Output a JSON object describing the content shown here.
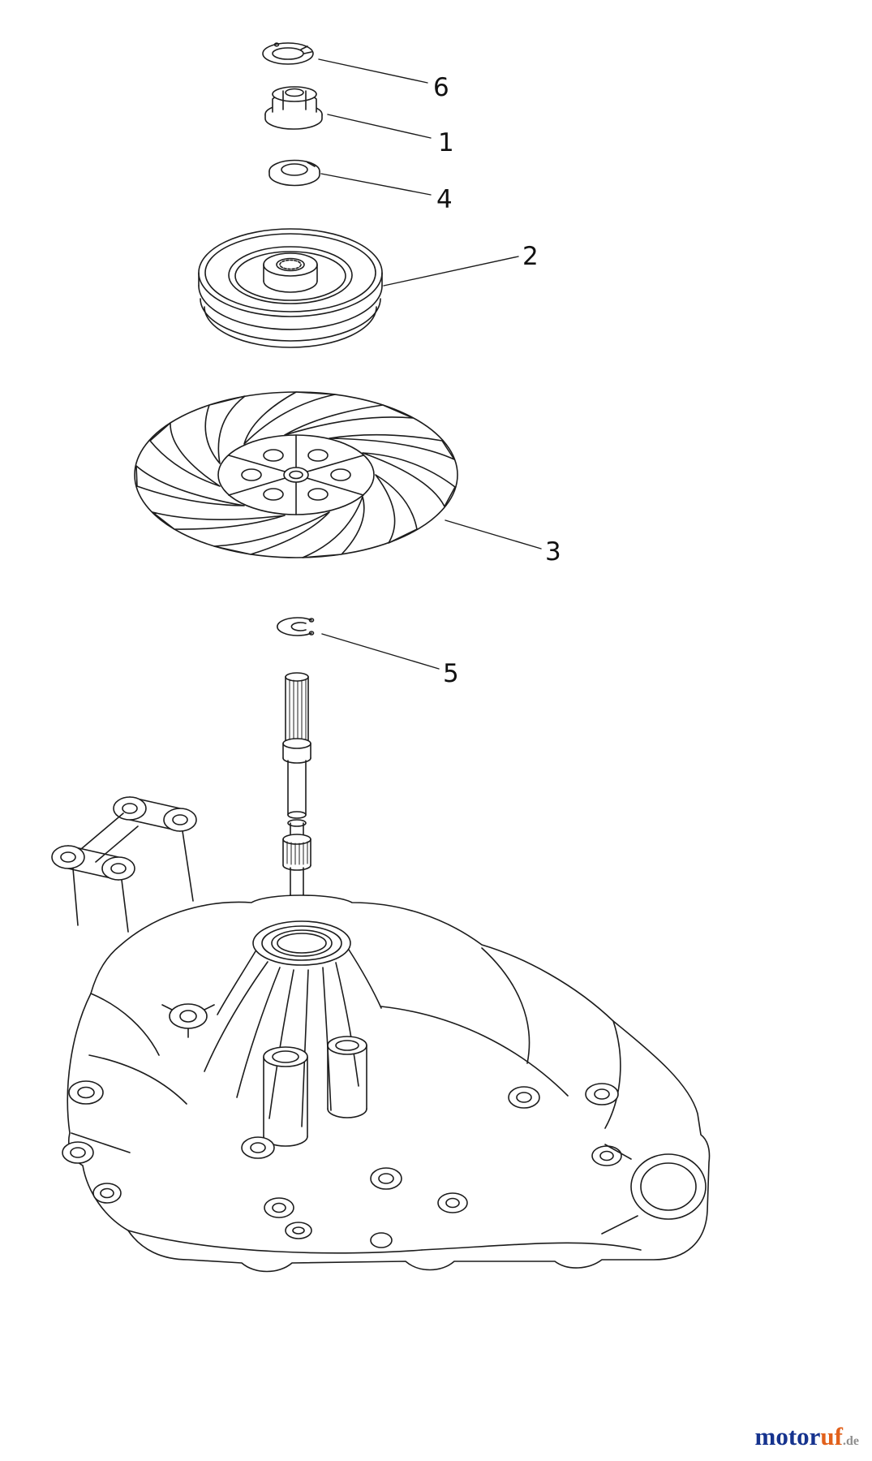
{
  "colors": {
    "line": "#1c1c1c",
    "background": "#ffffff",
    "brand_blue": "#16338e",
    "brand_orange": "#e2611c",
    "brand_suffix_gray": "#8f8f8f"
  },
  "callouts": [
    {
      "label": "6"
    },
    {
      "label": "1"
    },
    {
      "label": "4"
    },
    {
      "label": "2"
    },
    {
      "label": "3"
    },
    {
      "label": "5"
    }
  ],
  "watermark": {
    "brand_primary": "motor",
    "brand_secondary": "uf",
    "suffix": ".de"
  }
}
